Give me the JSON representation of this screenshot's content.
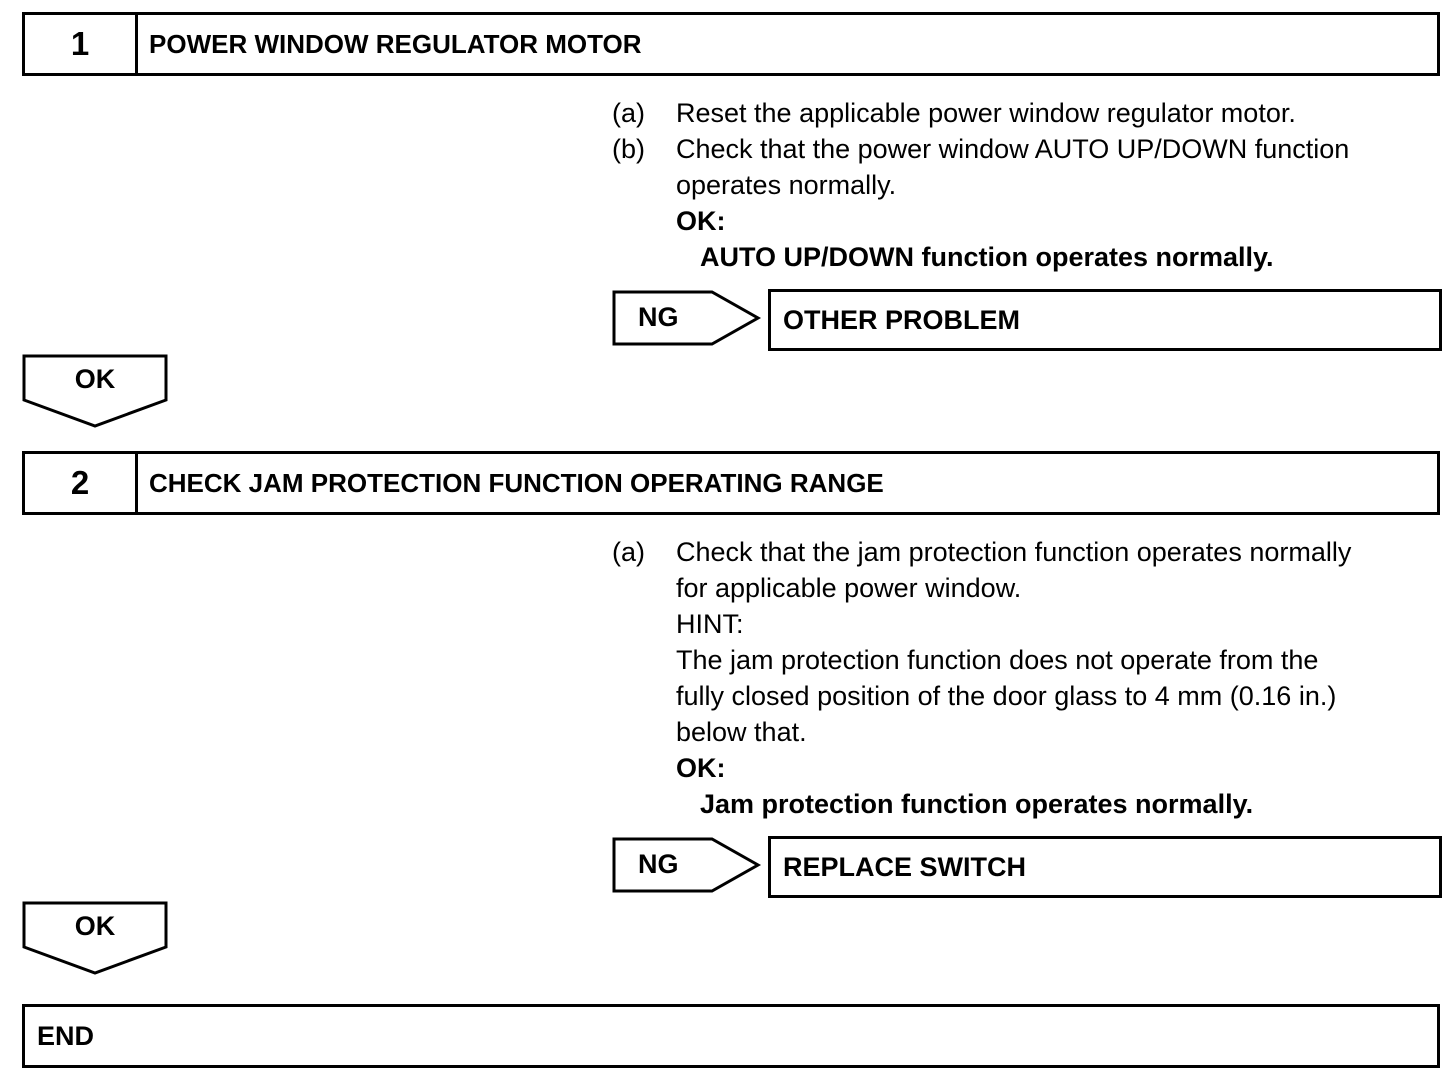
{
  "steps": [
    {
      "number": "1",
      "title": "POWER WINDOW REGULATOR MOTOR",
      "instructions": [
        {
          "label": "(a)",
          "text": "Reset the applicable power window regulator motor."
        },
        {
          "label": "(b)",
          "text": "Check that the power window AUTO UP/DOWN function",
          "continuation": "operates normally."
        }
      ],
      "ok_heading": "OK:",
      "ok_text": "AUTO UP/DOWN function operates normally.",
      "ng_label": "NG",
      "ng_result": "OTHER PROBLEM",
      "ok_arrow_label": "OK"
    },
    {
      "number": "2",
      "title": "CHECK JAM PROTECTION FUNCTION OPERATING RANGE",
      "instructions": [
        {
          "label": "(a)",
          "text": "Check that the jam protection function operates normally",
          "continuation": "for applicable power window."
        }
      ],
      "hint_heading": "HINT:",
      "hint_lines": [
        "The jam protection function does not operate from the",
        "fully closed position of the door glass to 4 mm (0.16 in.)",
        "below that."
      ],
      "ok_heading": "OK:",
      "ok_text": "Jam protection function operates normally.",
      "ng_label": "NG",
      "ng_result": "REPLACE SWITCH",
      "ok_arrow_label": "OK"
    }
  ],
  "end_label": "END"
}
